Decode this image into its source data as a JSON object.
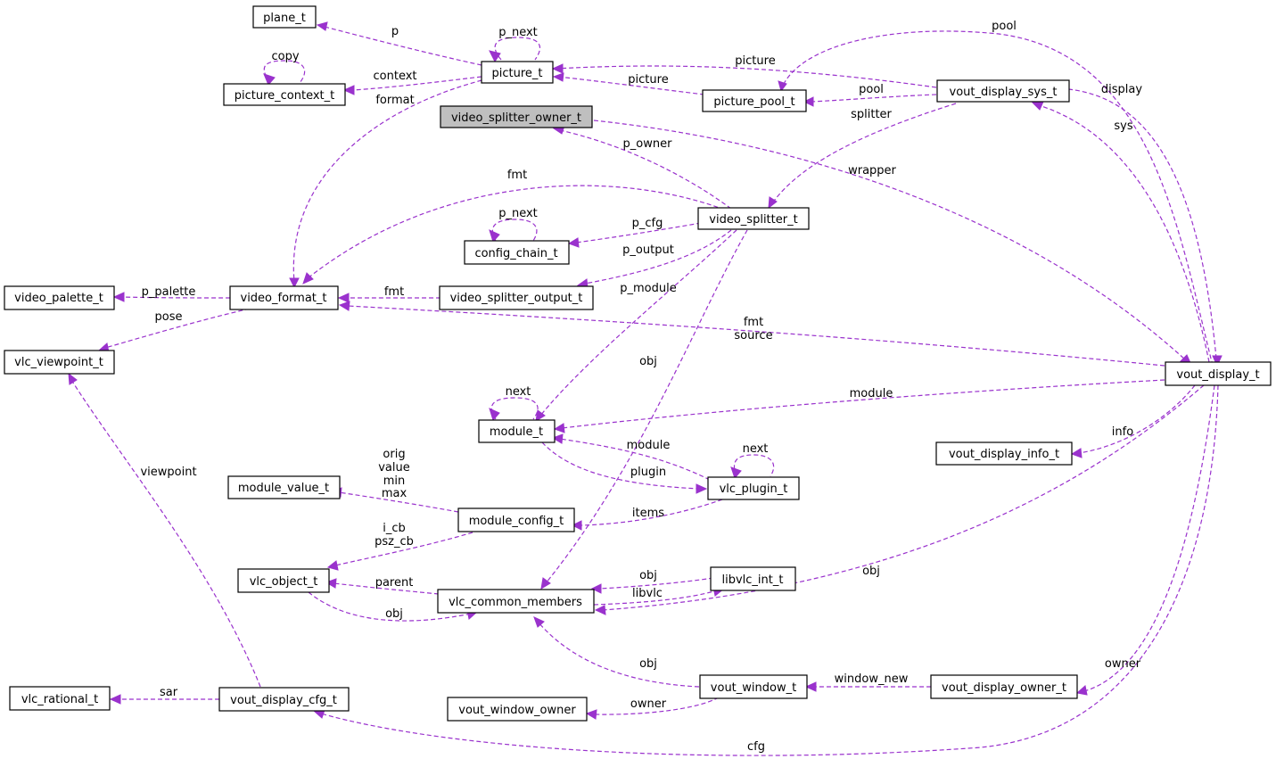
{
  "nodes": {
    "plane_t": "plane_t",
    "picture_t": "picture_t",
    "picture_context_t": "picture_context_t",
    "video_splitter_owner_t": "video_splitter_owner_t",
    "picture_pool_t": "picture_pool_t",
    "vout_display_sys_t": "vout_display_sys_t",
    "video_splitter_t": "video_splitter_t",
    "config_chain_t": "config_chain_t",
    "video_palette_t": "video_palette_t",
    "video_format_t": "video_format_t",
    "video_splitter_output_t": "video_splitter_output_t",
    "vlc_viewpoint_t": "vlc_viewpoint_t",
    "vout_display_t": "vout_display_t",
    "module_t": "module_t",
    "vout_display_info_t": "vout_display_info_t",
    "module_value_t": "module_value_t",
    "vlc_plugin_t": "vlc_plugin_t",
    "module_config_t": "module_config_t",
    "vlc_object_t": "vlc_object_t",
    "libvlc_int_t": "libvlc_int_t",
    "vlc_common_members": "vlc_common_members",
    "vlc_rational_t": "vlc_rational_t",
    "vout_display_cfg_t": "vout_display_cfg_t",
    "vout_window_t": "vout_window_t",
    "vout_display_owner_t": "vout_display_owner_t",
    "vout_window_owner": "vout_window_owner"
  },
  "labels": {
    "p": "p",
    "p_next": "p_next",
    "copy": "copy",
    "context": "context",
    "format": "format",
    "pool": "pool",
    "picture": "picture",
    "display": "display",
    "splitter": "splitter",
    "sys": "sys",
    "p_owner": "p_owner",
    "wrapper": "wrapper",
    "fmt": "fmt",
    "p_cfg": "p_cfg",
    "p_output": "p_output",
    "p_palette": "p_palette",
    "p_module": "p_module",
    "pose": "pose",
    "source": "source",
    "obj": "obj",
    "next": "next",
    "module": "module",
    "info": "info",
    "orig": "orig",
    "value": "value",
    "min": "min",
    "max": "max",
    "plugin": "plugin",
    "items": "items",
    "viewpoint": "viewpoint",
    "i_cb": "i_cb",
    "psz_cb": "psz_cb",
    "parent": "parent",
    "libvlc": "libvlc",
    "owner": "owner",
    "window_new": "window_new",
    "sar": "sar",
    "cfg": "cfg"
  },
  "colors": {
    "edge": "#9a32cd",
    "highlight_fill": "#bfbfbf",
    "node_stroke": "#000000"
  }
}
